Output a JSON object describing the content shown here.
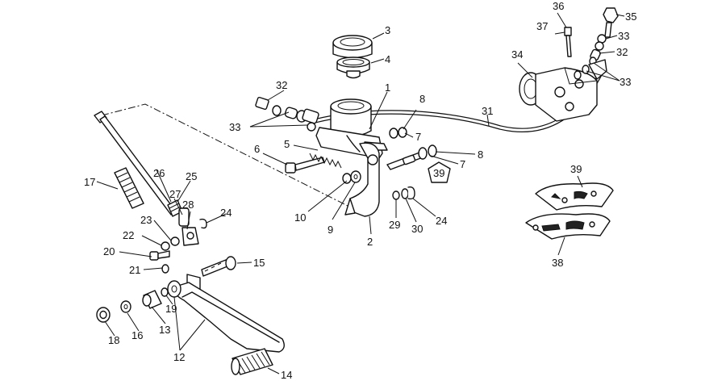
{
  "callouts": [
    {
      "id": "c1",
      "text": "1"
    },
    {
      "id": "c2",
      "text": "2"
    },
    {
      "id": "c3",
      "text": "3"
    },
    {
      "id": "c4",
      "text": "4"
    },
    {
      "id": "c5",
      "text": "5"
    },
    {
      "id": "c6",
      "text": "6"
    },
    {
      "id": "c7a",
      "text": "7"
    },
    {
      "id": "c7b",
      "text": "7"
    },
    {
      "id": "c8a",
      "text": "8"
    },
    {
      "id": "c8b",
      "text": "8"
    },
    {
      "id": "c9",
      "text": "9"
    },
    {
      "id": "c10",
      "text": "10"
    },
    {
      "id": "c12",
      "text": "12"
    },
    {
      "id": "c13",
      "text": "13"
    },
    {
      "id": "c14",
      "text": "14"
    },
    {
      "id": "c15",
      "text": "15"
    },
    {
      "id": "c16",
      "text": "16"
    },
    {
      "id": "c17",
      "text": "17"
    },
    {
      "id": "c18",
      "text": "18"
    },
    {
      "id": "c19",
      "text": "19"
    },
    {
      "id": "c20",
      "text": "20"
    },
    {
      "id": "c21",
      "text": "21"
    },
    {
      "id": "c22",
      "text": "22"
    },
    {
      "id": "c23",
      "text": "23"
    },
    {
      "id": "c24a",
      "text": "24"
    },
    {
      "id": "c24b",
      "text": "24"
    },
    {
      "id": "c25",
      "text": "25"
    },
    {
      "id": "c26",
      "text": "26"
    },
    {
      "id": "c27",
      "text": "27"
    },
    {
      "id": "c28",
      "text": "28"
    },
    {
      "id": "c29",
      "text": "29"
    },
    {
      "id": "c30",
      "text": "30"
    },
    {
      "id": "c31",
      "text": "31"
    },
    {
      "id": "c32a",
      "text": "32"
    },
    {
      "id": "c32b",
      "text": "32"
    },
    {
      "id": "c33a",
      "text": "33"
    },
    {
      "id": "c33b",
      "text": "33"
    },
    {
      "id": "c33c",
      "text": "33"
    },
    {
      "id": "c34",
      "text": "34"
    },
    {
      "id": "c35",
      "text": "35"
    },
    {
      "id": "c36",
      "text": "36"
    },
    {
      "id": "c37",
      "text": "37"
    },
    {
      "id": "c38",
      "text": "38"
    },
    {
      "id": "c39a",
      "text": "39"
    },
    {
      "id": "c39b",
      "text": "39"
    }
  ]
}
